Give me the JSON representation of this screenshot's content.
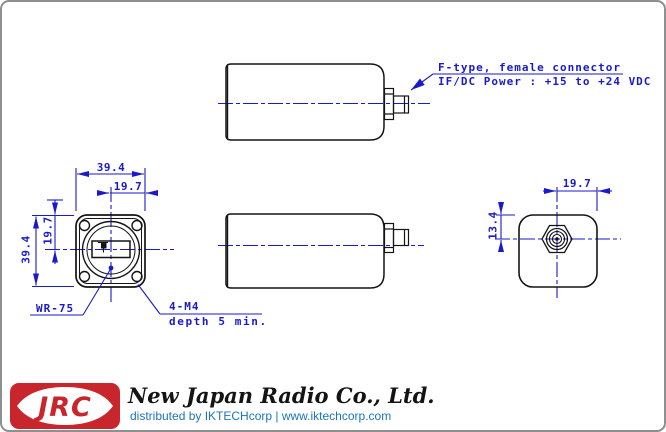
{
  "drawing": {
    "side_view": {
      "connector_note_line1": "F-type, female connector",
      "connector_note_line2": "IF/DC Power : +15 to +24 VDC"
    },
    "front_view": {
      "width_mm": "39.4",
      "half_width_mm": "19.7",
      "height_mm": "39.4",
      "half_height_mm": "19.7",
      "waveguide_label": "WR-75",
      "mounting_label": "4-M4",
      "mounting_note": "depth 5 min."
    },
    "rear_view": {
      "half_width_mm": "19.7",
      "connector_offset_mm": "13.4"
    }
  },
  "footer": {
    "logo_text": "JRC",
    "company_name": "New Japan Radio Co., Ltd.",
    "distributor_line": "distributed by IKTECHcorp | www.iktechcorp.com"
  },
  "colors": {
    "drawing_blue": "#1a1acc",
    "line_black": "#141414",
    "jrc_red": "#c9252c",
    "distributor_blue": "#1b75bb",
    "border_gray": "#8f8f8f"
  }
}
